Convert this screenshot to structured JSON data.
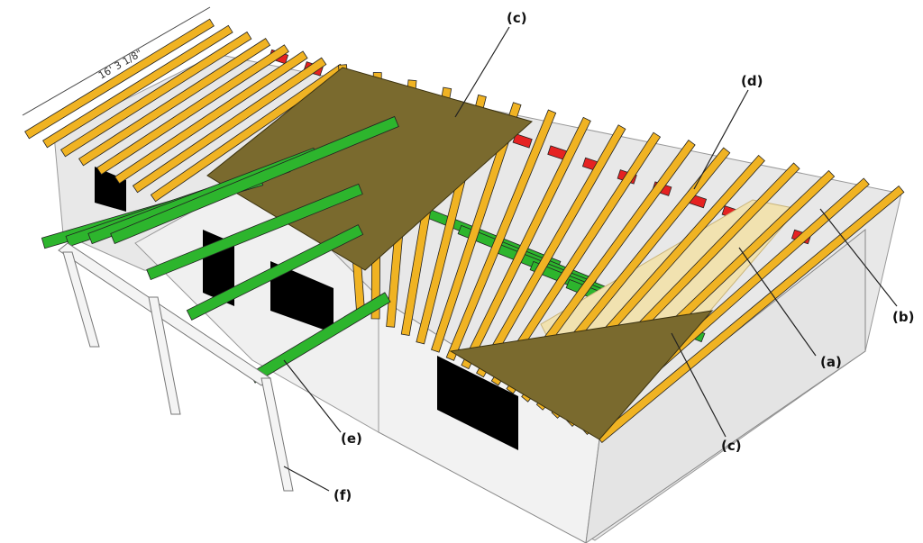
{
  "dimension": "16' 3 1/8\"",
  "labels": {
    "a": "(a)",
    "b": "(b)",
    "c_top": "(c)",
    "c_bottom": "(c)",
    "d": "(d)",
    "e": "(e)",
    "f": "(f)"
  },
  "colors": {
    "rafter": "#f0b323",
    "joist": "#2db52d",
    "blocking": "#e52222",
    "sheathing": "#7a6a2e",
    "plywood_light": "#f1e2b0",
    "wall": "#eeeeee",
    "window": "#000000"
  }
}
